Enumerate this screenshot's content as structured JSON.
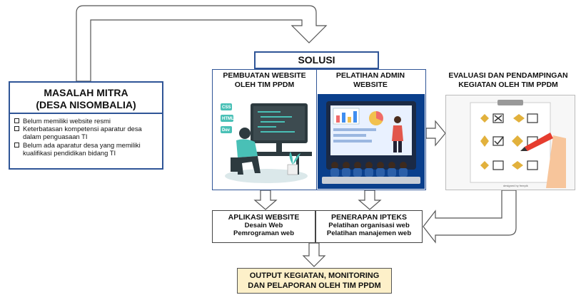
{
  "masalah": {
    "title_line1": "MASALAH MITRA",
    "title_line2": "(DESA NISOMBALIA)",
    "items": [
      "Belum memiliki website resmi",
      "Keterbatasan kompetensi aparatur desa dalam penguasaan TI",
      "Belum ada aparatur desa yang memiliki kualifikasi pendidikan bidang TI"
    ]
  },
  "solusi": {
    "title": "SOLUSI",
    "col1_line1": "PEMBUATAN WEBSITE",
    "col1_line2": "OLEH TIM PPDM",
    "col2_line1": "PELATIHAN ADMIN",
    "col2_line2": "WEBSITE"
  },
  "evaluasi": {
    "line1": "EVALUASI DAN PENDAMPINGAN",
    "line2": "KEGIATAN OLEH TIM PPDM",
    "credit": "designed by freepik"
  },
  "aplikasi": {
    "title": "APLIKASI WEBSITE",
    "line1": "Desain Web",
    "line2": "Pemrograman web"
  },
  "penerapan": {
    "title": "PENERAPAN IPTEKS",
    "line1": "Pelatihan organisasi web",
    "line2": "Pelatihan manajemen web"
  },
  "output": {
    "line1": "OUTPUT KEGIATAN, MONITORING",
    "line2": "DAN PELAPORAN OLEH TIM PPDM"
  },
  "colors": {
    "border_blue": "#2f5597",
    "arrow_fill": "#ffffff",
    "arrow_stroke": "#555555",
    "output_bg": "#fdf0c9",
    "training_bg": "#0a3f8c"
  }
}
